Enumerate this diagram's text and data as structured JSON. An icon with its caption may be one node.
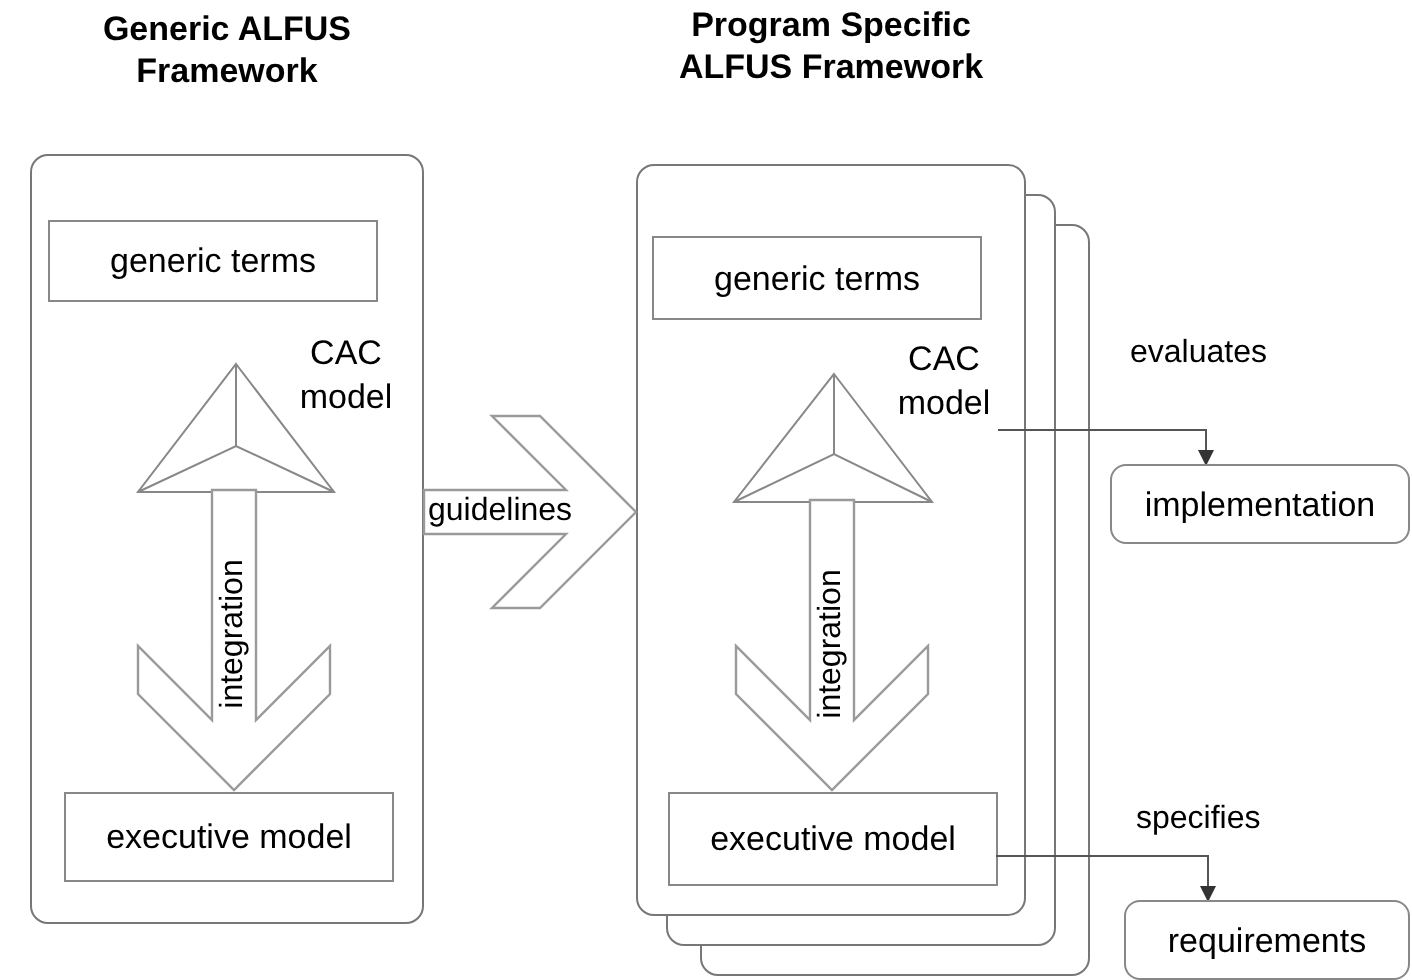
{
  "diagram": {
    "nodes": [
      {
        "text": [
          "Generic ALFUS Framework"
        ]
      },
      {
        "text": [
          "generic terms"
        ],
        "in": 0
      },
      {
        "text": [
          "CAC model"
        ],
        "in": 0
      },
      {
        "text": [
          "executive model"
        ],
        "in": 0
      },
      {
        "text": [
          "Program Specific ALFUS Framework"
        ]
      },
      {
        "text": [
          "generic terms"
        ],
        "in": 4
      },
      {
        "text": [
          "CAC model"
        ],
        "in": 4
      },
      {
        "text": [
          "executive model"
        ],
        "in": 4
      },
      {
        "text": [
          "implementation"
        ]
      },
      {
        "text": [
          "requirements"
        ]
      }
    ],
    "edges": [
      {
        "from": 2,
        "to": 3,
        "arrow": "to",
        "label": "integration",
        "style": "thick"
      },
      {
        "from": 0,
        "to": 4,
        "arrow": "to",
        "label": "guidelines",
        "style": "thick"
      },
      {
        "from": 6,
        "to": 7,
        "arrow": "to",
        "label": "integration",
        "style": "thick"
      },
      {
        "from": 6,
        "to": 8,
        "arrow": "to",
        "label": "evaluates"
      },
      {
        "from": 7,
        "to": 9,
        "arrow": "to",
        "label": "specifies"
      }
    ]
  }
}
